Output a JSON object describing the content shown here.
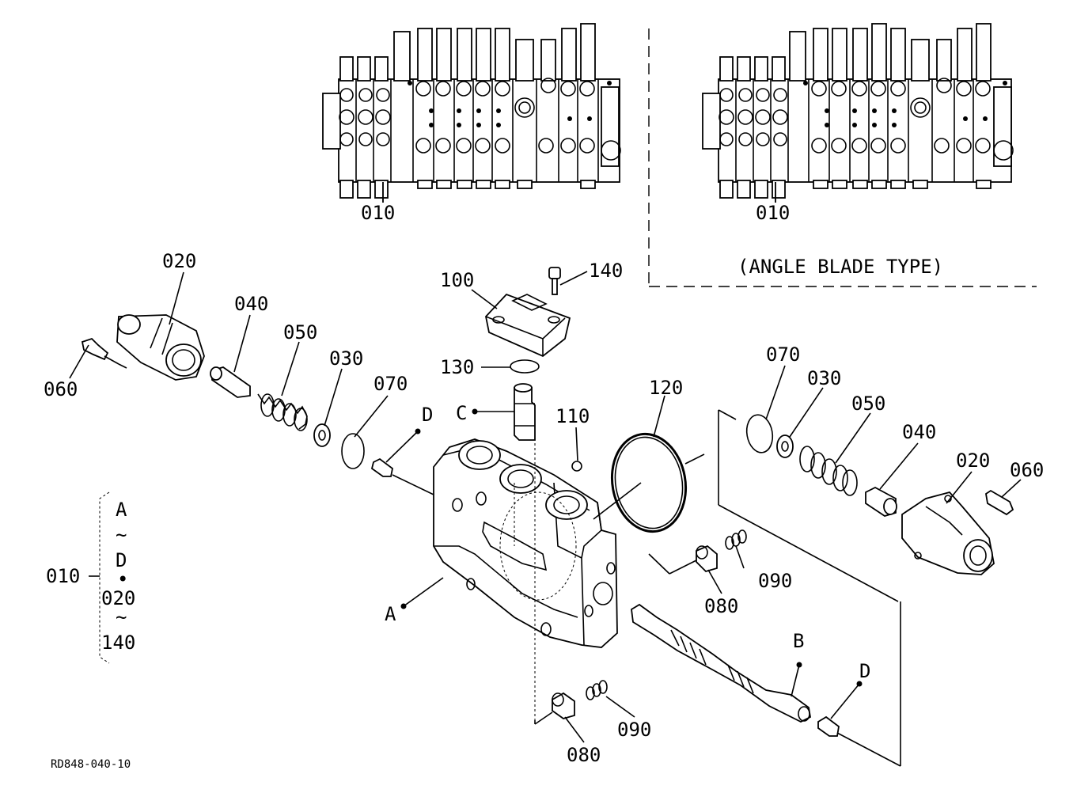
{
  "diagram": {
    "drawing_code": "RD848-040-10",
    "angle_blade_caption": "(ANGLE BLADE TYPE)",
    "assembly_refs": {
      "left_top": "010",
      "right_top": "010"
    },
    "bracket_legend": {
      "ref": "010",
      "lines": [
        "A",
        "~",
        "D",
        "•",
        "020",
        "~",
        "140"
      ]
    },
    "part_labels": {
      "p020_left": "020",
      "p040_left": "040",
      "p050_left": "050",
      "p030_left": "030",
      "p070_left": "070",
      "p060_left": "060",
      "p100": "100",
      "p140": "140",
      "p130": "130",
      "p110": "110",
      "p120": "120",
      "p070_right": "070",
      "p030_right": "030",
      "p050_right": "050",
      "p040_right": "040",
      "p020_right": "020",
      "p060_right": "060",
      "p080_upper": "080",
      "p090_upper": "090",
      "p080_lower": "080",
      "p090_lower": "090"
    },
    "point_labels": {
      "a": "A",
      "b": "B",
      "c": "C",
      "d_left": "D",
      "d_right": "D"
    }
  }
}
